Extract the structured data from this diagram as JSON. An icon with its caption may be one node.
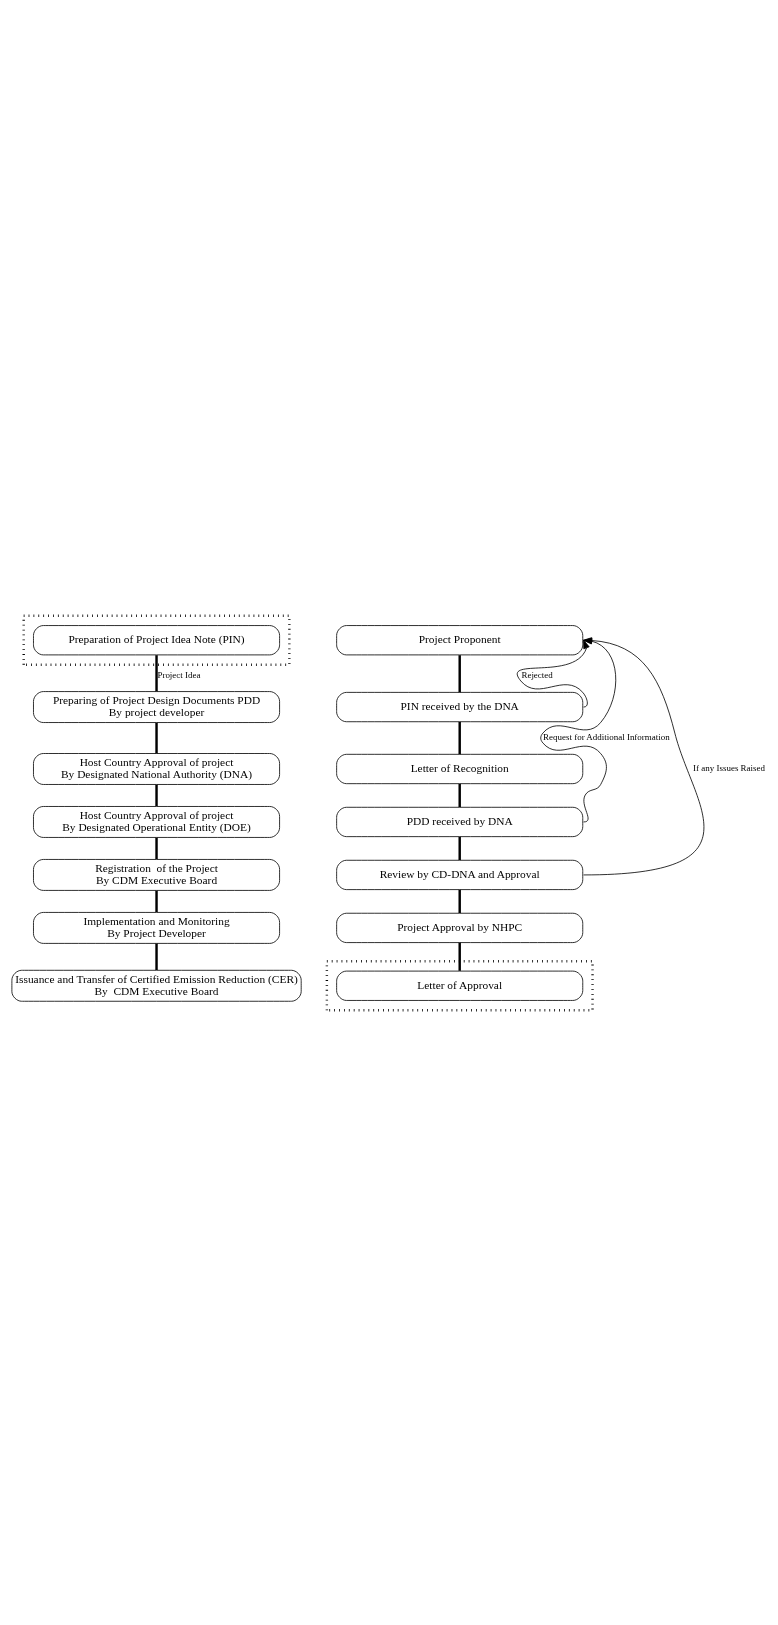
{
  "diagram": {
    "nodes": [
      {
        "text": [],
        "shape": "box"
      },
      {
        "text": [
          "Preparation of Project Idea Note (PIN)"
        ],
        "in": 0
      },
      {
        "text": [
          "Preparing of Project Design Documents PDD",
          "By project developer"
        ]
      },
      {
        "text": [
          "Host Country Approval of project",
          "By Designated National Authority (DNA)"
        ]
      },
      {
        "text": [
          "Host Country Approval of project",
          "By Designated Operational Entity (DOE)"
        ]
      },
      {
        "text": [
          "Registration  of the Project",
          "By CDM Executive Board"
        ]
      },
      {
        "text": [
          "Implementation and Monitoring",
          "By Project Developer"
        ]
      },
      {
        "text": [
          "Issuance and Transfer of Certified Emission Reduction (CER)",
          "By  CDM Executive Board"
        ]
      },
      {
        "text": [
          "Project Proponent"
        ]
      },
      {
        "text": [
          "PIN received by the DNA"
        ]
      },
      {
        "text": [
          "Letter of Recognition"
        ]
      },
      {
        "text": [
          "PDD received by DNA"
        ]
      },
      {
        "text": [
          "Review by CD-DNA and Approval"
        ]
      },
      {
        "text": [
          "Project Approval by NHPC"
        ]
      },
      {
        "text": [],
        "shape": "box"
      },
      {
        "text": [
          "Letter of Approval"
        ],
        "in": 14
      }
    ],
    "edges": [
      {
        "from": 1,
        "to": 2,
        "arrow": "none",
        "label": "Project Idea"
      },
      {
        "from": 2,
        "to": 3,
        "arrow": "none"
      },
      {
        "from": 3,
        "to": 4,
        "arrow": "none"
      },
      {
        "from": 4,
        "to": 5,
        "arrow": "none"
      },
      {
        "from": 5,
        "to": 6,
        "arrow": "none"
      },
      {
        "from": 6,
        "to": 7,
        "arrow": "none"
      },
      {
        "from": 8,
        "to": 9,
        "arrow": "none"
      },
      {
        "from": 9,
        "to": 10,
        "arrow": "none"
      },
      {
        "from": 10,
        "to": 11,
        "arrow": "none"
      },
      {
        "from": 11,
        "to": 12,
        "arrow": "none"
      },
      {
        "from": 12,
        "to": 13,
        "arrow": "none"
      },
      {
        "from": 13,
        "to": 15,
        "arrow": "none"
      },
      {
        "from": 9,
        "to": 8,
        "arrow": "to",
        "label": "Rejected"
      },
      {
        "from": 11,
        "to": 8,
        "arrow": "to",
        "label": "Request for Additional Information"
      },
      {
        "from": 12,
        "to": 8,
        "arrow": "to",
        "label": "If any Issues Raised"
      }
    ]
  }
}
